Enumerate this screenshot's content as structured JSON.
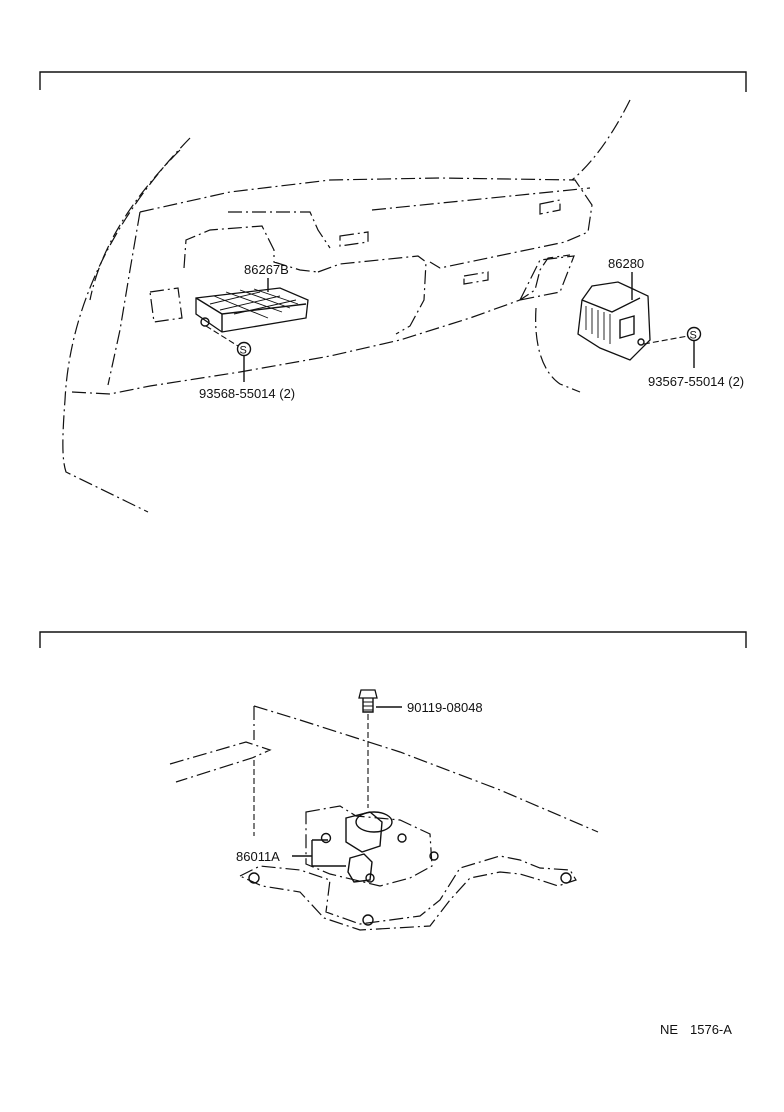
{
  "top_panel": {
    "parts": [
      {
        "part_no": "86267B"
      },
      {
        "part_no": "86280"
      },
      {
        "part_no": "93568-55014 (2)",
        "marker": "S"
      },
      {
        "part_no": "93567-55014 (2)",
        "marker": "S"
      }
    ]
  },
  "bottom_panel": {
    "parts": [
      {
        "part_no": "90119-08048"
      },
      {
        "part_no": "86011A"
      }
    ]
  },
  "footer": {
    "code_prefix": "NE",
    "code_number": "1576-A"
  }
}
